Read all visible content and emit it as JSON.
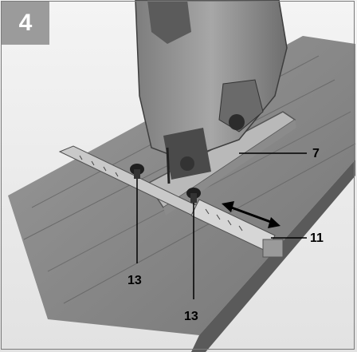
{
  "figure": {
    "number": "4",
    "callouts": [
      {
        "id": "label-7",
        "text": "7"
      },
      {
        "id": "label-11",
        "text": "11"
      },
      {
        "id": "label-13a",
        "text": "13"
      },
      {
        "id": "label-13b",
        "text": "13"
      }
    ]
  },
  "colors": {
    "badge": "#9b9b9b",
    "frame": "#7a7a7a",
    "wood": "#8a8a8a",
    "tool": "#5c5c5c"
  }
}
